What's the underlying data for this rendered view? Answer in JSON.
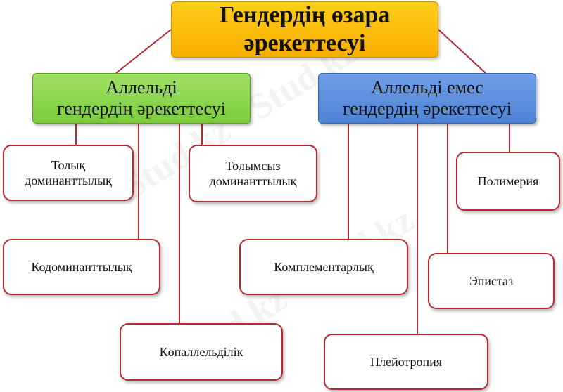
{
  "title": {
    "line1": "Гендердің өзара",
    "line2": "әрекеттесуі"
  },
  "categories": {
    "allelic": {
      "line1": "Аллельді",
      "line2": "гендердің әрекеттесуі"
    },
    "nonallelic": {
      "line1": "Аллельді емес",
      "line2": "гендердің әрекеттесуі"
    }
  },
  "leaves": {
    "complete_dominance": {
      "line1": "Толық",
      "line2": "доминанттылық"
    },
    "incomplete_dominance": {
      "line1": "Толымсыз",
      "line2": "доминанттылық"
    },
    "codominance": {
      "label": "Кодоминанттылық"
    },
    "multiple_allelism": {
      "label": "Көпаллельділік"
    },
    "complementarity": {
      "label": "Комплементарлық"
    },
    "pleiotropy": {
      "label": "Плейотропия"
    },
    "polymery": {
      "label": "Полимерия"
    },
    "epistasis": {
      "label": "Эпистаз"
    }
  },
  "watermark": "Stud.kz - Stud.kz",
  "colors": {
    "root_fill": "#fbbf0d",
    "allelic_fill": "#8cd64e",
    "nonallelic_fill": "#5b8fdd",
    "connector": "#b52a35"
  }
}
